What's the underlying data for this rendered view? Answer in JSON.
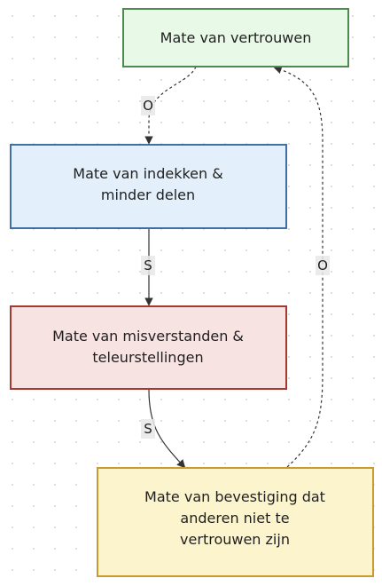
{
  "nodes": [
    {
      "id": "trust",
      "lines": [
        "Mate van vertrouwen"
      ],
      "fill": "#e8f9e8",
      "stroke": "#4d8a4d"
    },
    {
      "id": "hedging",
      "lines": [
        "Mate van indekken &",
        "minder delen"
      ],
      "fill": "#e3f0fc",
      "stroke": "#3f6fa5"
    },
    {
      "id": "misunderstanding",
      "lines": [
        "Mate van misverstanden &",
        "teleurstellingen"
      ],
      "fill": "#f8e3e3",
      "stroke": "#a5382f"
    },
    {
      "id": "confirmation",
      "lines": [
        "Mate van bevestiging dat",
        "anderen niet te",
        "vertrouwen zijn"
      ],
      "fill": "#fcf4cc",
      "stroke": "#c99a2e"
    }
  ],
  "edges": [
    {
      "from": "trust",
      "to": "hedging",
      "label": "O",
      "style": "dotted"
    },
    {
      "from": "hedging",
      "to": "misunderstanding",
      "label": "S",
      "style": "solid"
    },
    {
      "from": "misunderstanding",
      "to": "confirmation",
      "label": "S",
      "style": "solid"
    },
    {
      "from": "confirmation",
      "to": "trust",
      "label": "O",
      "style": "dotted"
    }
  ]
}
